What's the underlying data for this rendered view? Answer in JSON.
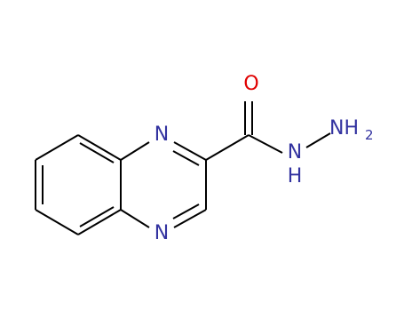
{
  "molecule": {
    "atoms": {
      "N1": {
        "element": "N",
        "color": "#3333a0"
      },
      "N4": {
        "element": "N",
        "color": "#3333a0"
      },
      "O": {
        "element": "O",
        "color": "#e00000"
      },
      "NH": {
        "element": "N",
        "label_top": "N",
        "label_bottom": "H",
        "color": "#3333a0"
      },
      "NH2": {
        "element": "N",
        "label": "NH",
        "subscript": "2",
        "color": "#3333a0"
      }
    },
    "bond_color": "#000000"
  }
}
